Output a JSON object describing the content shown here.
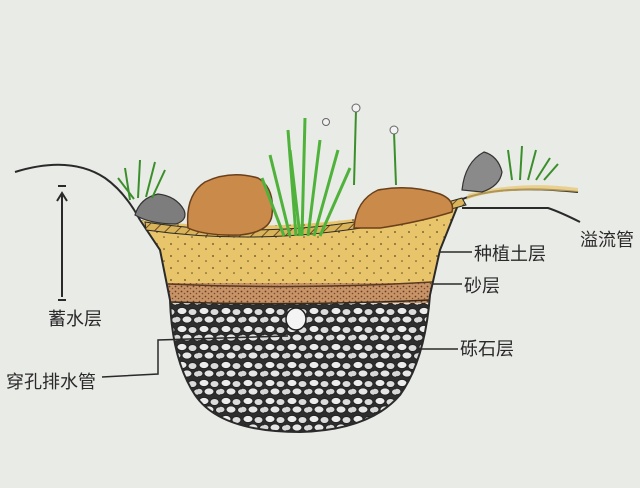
{
  "labels": {
    "water_storage": "蓄水层",
    "overflow_pipe": "溢流管",
    "planting_soil": "种植土层",
    "sand": "砂层",
    "gravel": "砾石层",
    "drain_pipe": "穿孔排水管"
  },
  "colors": {
    "paper": "#e9ebe6",
    "soil": "#e8c56a",
    "sand": "#b9845a",
    "gravel": "#3d3d3d",
    "boulder": "#c98a4a",
    "grass": "#6ecb4a",
    "ink": "#2a2a2a"
  }
}
